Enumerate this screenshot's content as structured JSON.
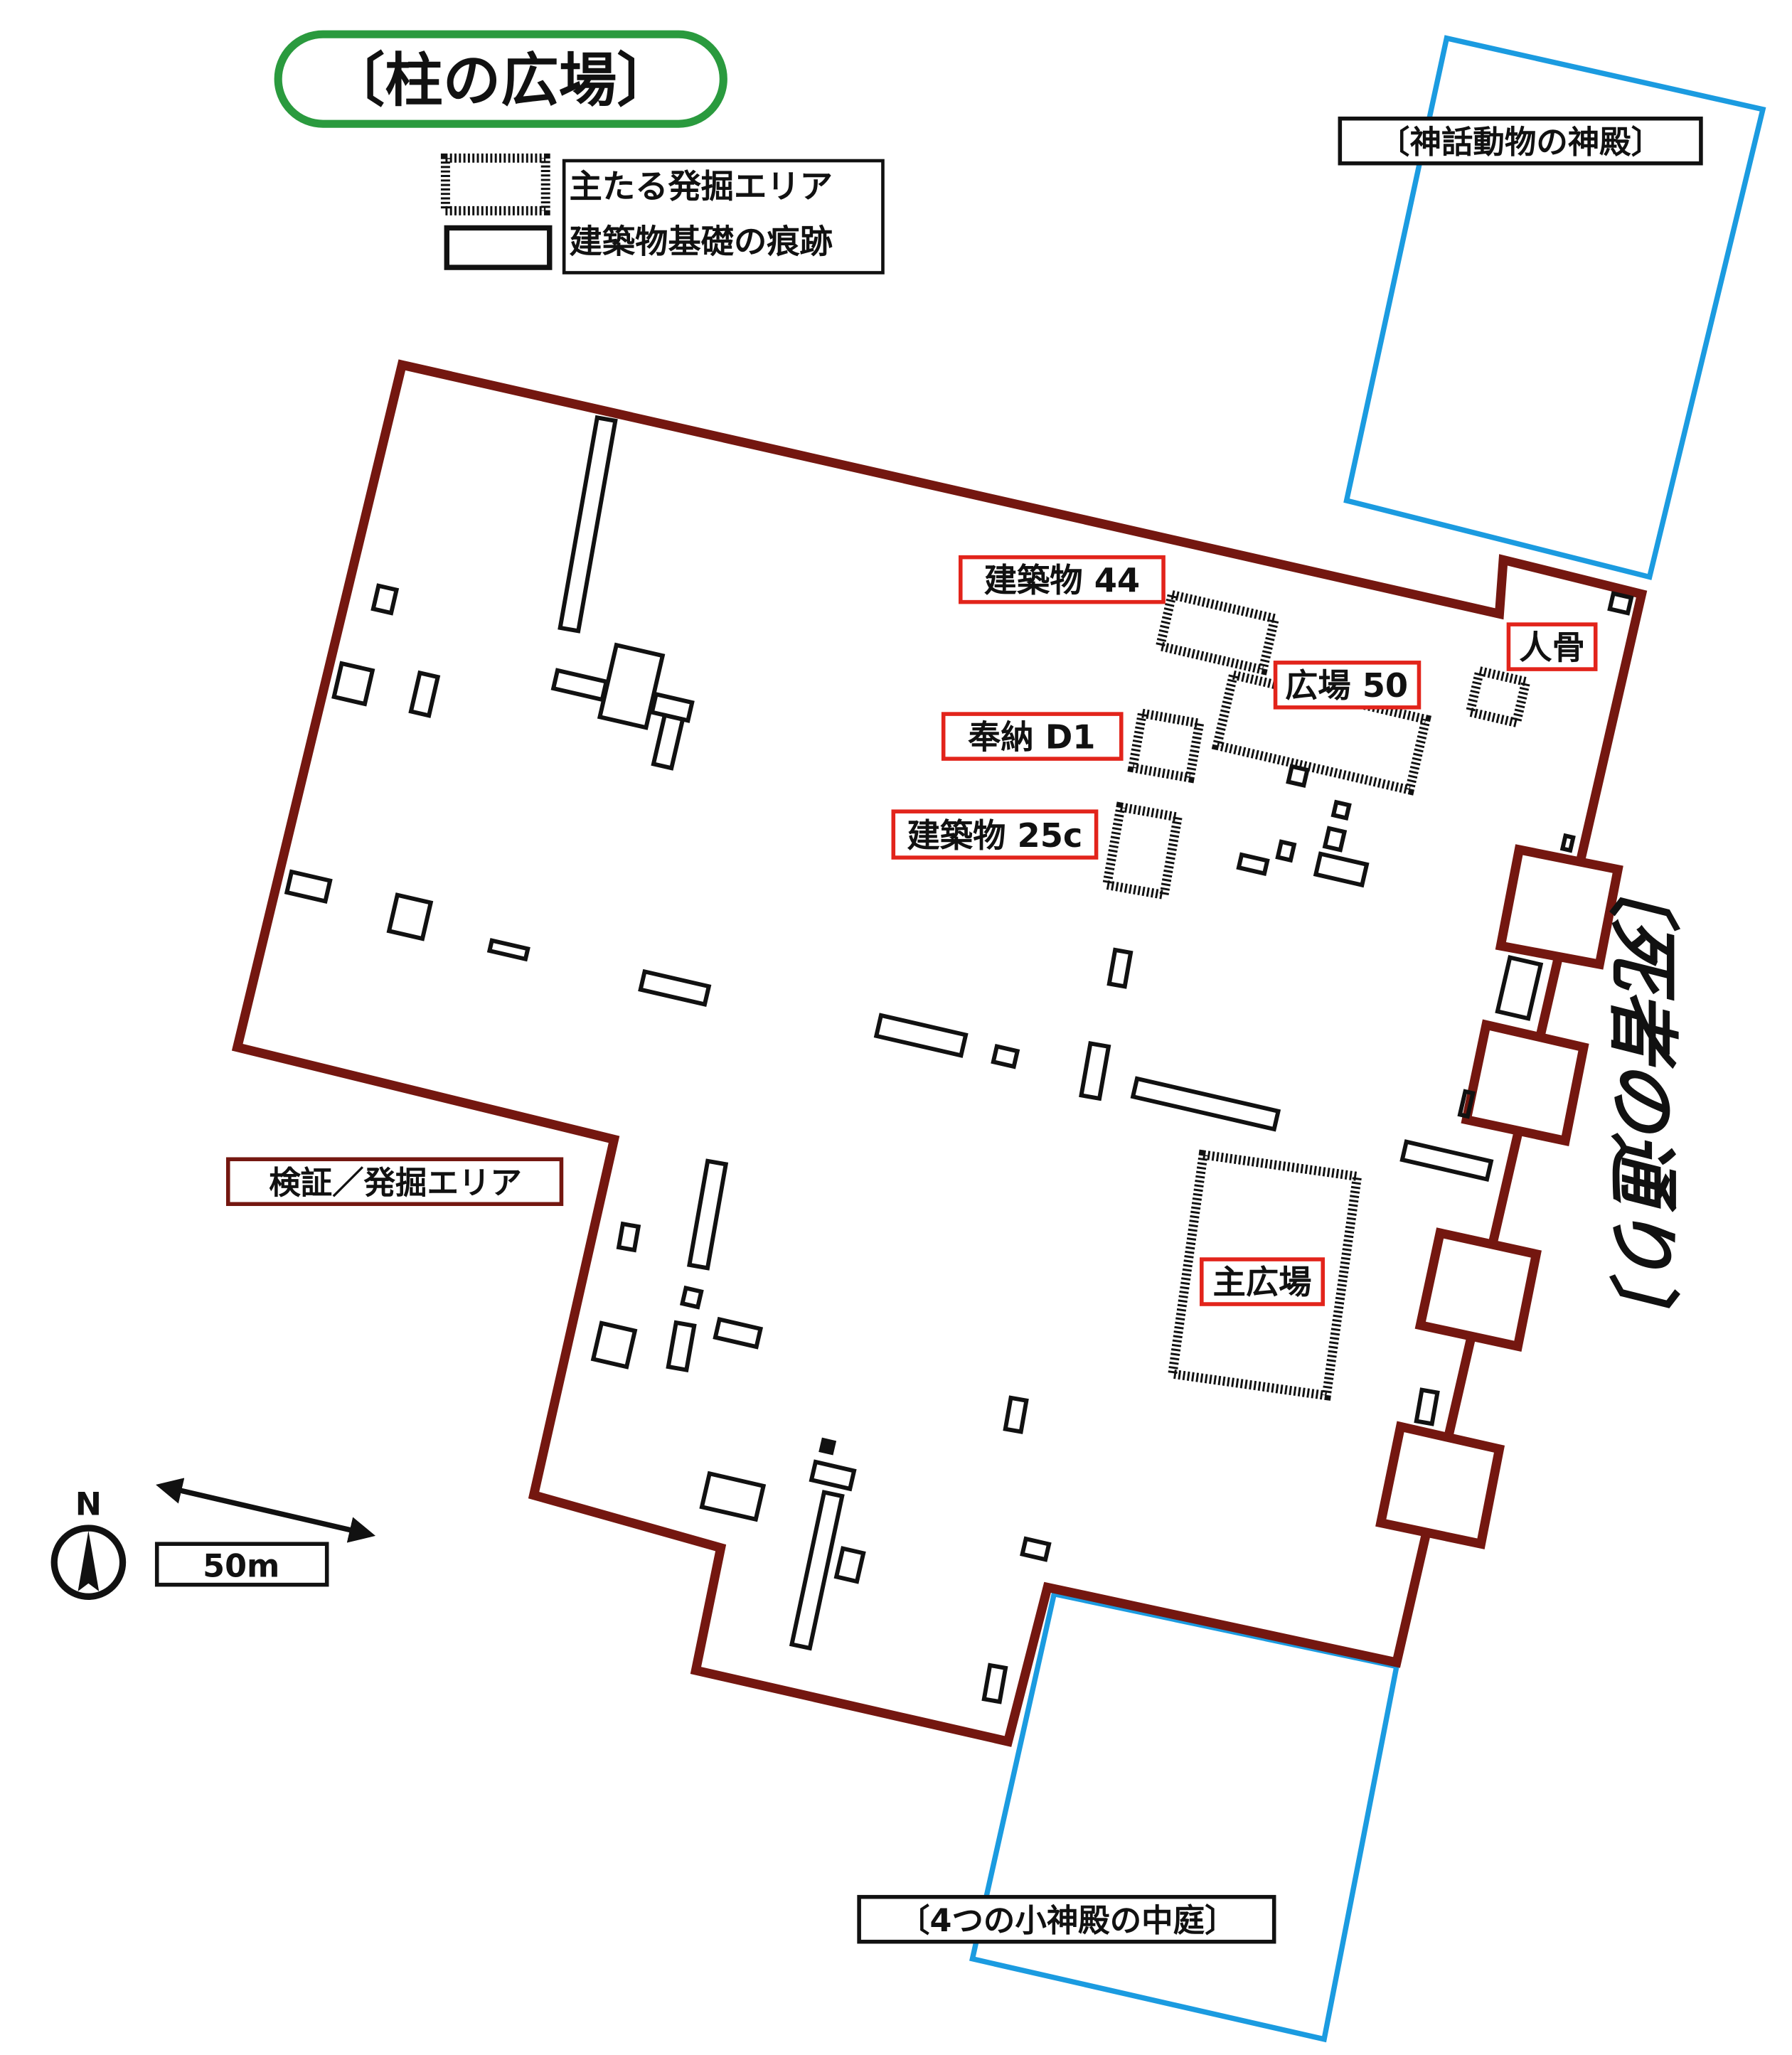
{
  "title": "〔柱の広場〕",
  "legend": {
    "main_excavation": "主たる発掘エリア",
    "building_foundation": "建築物基礎の痕跡"
  },
  "areas": {
    "mythic_temple": "〔神話動物の神殿〕",
    "four_shrines_courtyard": "〔4つの小神殿の中庭〕",
    "street_of_dead": "〔死者の通り〕",
    "verified_area": "検証／発掘エリア"
  },
  "features": {
    "building44": "建築物 44",
    "plaza50": "広場 50",
    "human_bones": "人骨",
    "offering_d1": "奉納 D1",
    "building25c": "建築物 25c",
    "main_plaza": "主広場"
  },
  "compass": {
    "north": "N"
  },
  "scale": {
    "label": "50m"
  },
  "colors": {
    "site_outline": "#741710",
    "temple_outline": "#1b9be0",
    "feature_label_border": "#e2241b",
    "title_border": "#2a9a3e"
  }
}
